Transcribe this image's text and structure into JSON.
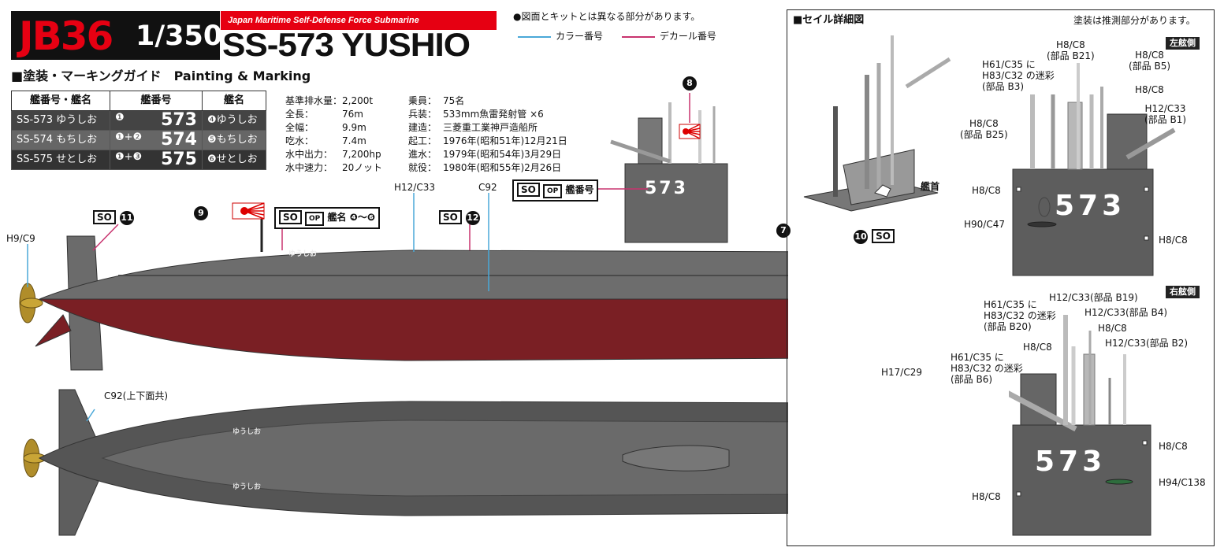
{
  "header": {
    "code": "JB36",
    "scale": "1/350",
    "subtitle": "Japan Maritime Self-Defense Force Submarine",
    "ship_name": "SS-573 YUSHIO"
  },
  "section_title": "■塗装・マーキングガイド　Painting & Marking",
  "notes": {
    "differences": "●図面とキットとは異なる部分があります。",
    "color_number": "カラー番号",
    "decal_number": "デカール番号",
    "color_line": "#4aa8d8",
    "decal_line": "#c8336e"
  },
  "ship_table": {
    "headers": [
      "艦番号・艦名",
      "艦番号",
      "艦名"
    ],
    "rows": [
      {
        "name": "SS-573 ゆうしお",
        "decal": "❶",
        "number": "573",
        "name_decal": "❹ゆうしお"
      },
      {
        "name": "SS-574 もちしお",
        "decal": "❶+❷",
        "number": "574",
        "name_decal": "❺もちしお"
      },
      {
        "name": "SS-575 せとしお",
        "decal": "❶+❸",
        "number": "575",
        "name_decal": "❻せとしお"
      }
    ]
  },
  "specs_left": [
    {
      "k": "基準排水量：",
      "v": "2,200t"
    },
    {
      "k": "全長：",
      "v": "76m"
    },
    {
      "k": "全幅：",
      "v": "9.9m"
    },
    {
      "k": "吃水：",
      "v": "7.4m"
    },
    {
      "k": "水中出力：",
      "v": "7,200hp"
    },
    {
      "k": "水中速力：",
      "v": "20ノット"
    }
  ],
  "specs_right": [
    {
      "k": "乗員：",
      "v": "75名"
    },
    {
      "k": "兵装：",
      "v": "533mm魚雷発射管 ×6"
    },
    {
      "k": "建造：",
      "v": "三菱重工業神戸造船所"
    },
    {
      "k": "起工：",
      "v": "1976年(昭和51年)12月21日"
    },
    {
      "k": "進水：",
      "v": "1979年(昭和54年)3月29日"
    },
    {
      "k": "就役：",
      "v": "1980年(昭和55年)2月26日"
    }
  ],
  "side_view": {
    "so_hull_number": "SO",
    "op_mark": "OP",
    "hull_number_label": "艦番号",
    "sail_number": "573",
    "ship_name_label": "艦名",
    "ship_name_range": "❹〜❻",
    "hull_kana": "ゆうしお",
    "callouts": {
      "h9c9": "H9/C9",
      "h12c33": "H12/C33",
      "c92": "C92",
      "h17c29": "H17/C29"
    },
    "markers": {
      "m8": "8",
      "m9": "9",
      "m7": "7",
      "m10": "10",
      "m11": "11",
      "m12": "12"
    },
    "colors": {
      "hull_gray": "#5a5a5a",
      "deck_gray": "#7a7a7a",
      "hull_red": "#7a1f24"
    }
  },
  "top_view": {
    "c92_label": "C92(上下面共)",
    "kana_top": "ゆうしお",
    "kana_bottom": "ゆうしお"
  },
  "sail_detail": {
    "title": "■セイル詳細図",
    "note": "塗装は推測部分があります。",
    "bow_label": "艦首",
    "port_tag": "左舷側",
    "stbd_tag": "右舷側",
    "number": "573",
    "port_labels": {
      "b21": "H8/C8\n(部品 B21)",
      "b3": "H61/C35 に\nH83/C32 の迷彩\n(部品 B3)",
      "b5": "H8/C8\n(部品 B5)",
      "h8a": "H8/C8",
      "b1": "H12/C33\n(部品 B1)",
      "b25": "H8/C8\n(部品 B25)",
      "h8b": "H8/C8",
      "h90": "H90/C47",
      "h8c": "H8/C8"
    },
    "stbd_labels": {
      "b19": "H12/C33(部品 B19)",
      "b20": "H61/C35 に\nH83/C32 の迷彩\n(部品 B20)",
      "b4": "H12/C33(部品 B4)",
      "h8a": "H8/C8",
      "h8b": "H8/C8",
      "b2": "H12/C33(部品 B2)",
      "b6": "H61/C35 に\nH83/C32 の迷彩\n(部品 B6)",
      "h8c": "H8/C8",
      "h94": "H94/C138",
      "h8d": "H8/C8"
    }
  }
}
